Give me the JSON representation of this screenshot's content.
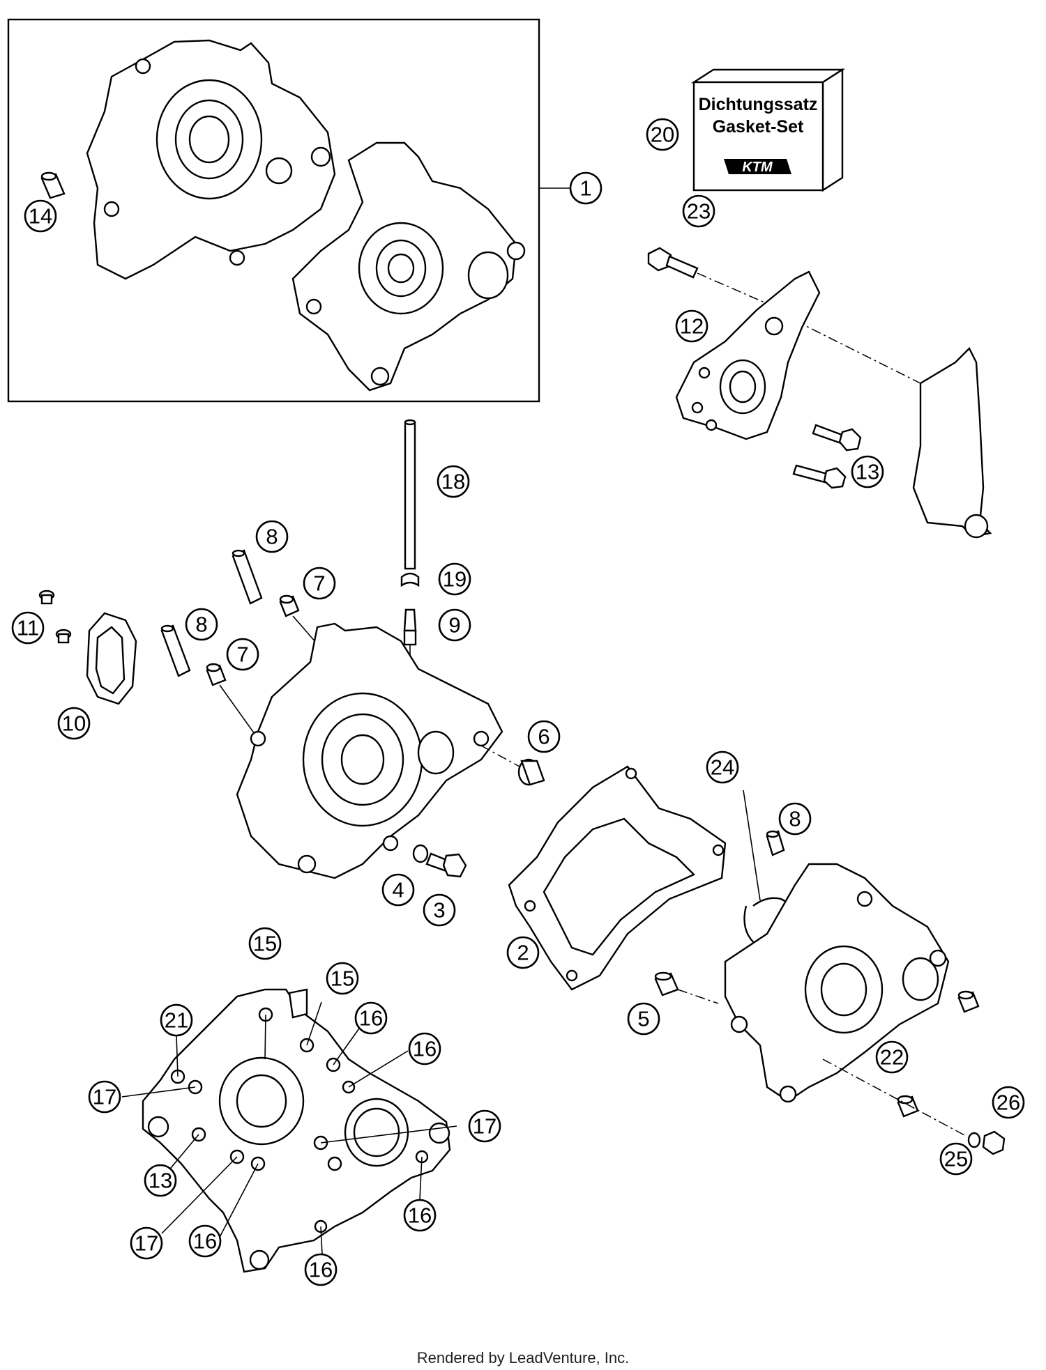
{
  "kit_box": {
    "line1": "Dichtungssatz",
    "line2": "Gasket-Set",
    "brand": "KTM"
  },
  "footer": "Rendered by LeadVenture, Inc.",
  "callouts": [
    {
      "id": "c1",
      "label": "1"
    },
    {
      "id": "c2",
      "label": "2"
    },
    {
      "id": "c3",
      "label": "3"
    },
    {
      "id": "c4",
      "label": "4"
    },
    {
      "id": "c5",
      "label": "5"
    },
    {
      "id": "c6",
      "label": "6"
    },
    {
      "id": "c7a",
      "label": "7"
    },
    {
      "id": "c7b",
      "label": "7"
    },
    {
      "id": "c8a",
      "label": "8"
    },
    {
      "id": "c8b",
      "label": "8"
    },
    {
      "id": "c8c",
      "label": "8"
    },
    {
      "id": "c9",
      "label": "9"
    },
    {
      "id": "c10",
      "label": "10"
    },
    {
      "id": "c11",
      "label": "11"
    },
    {
      "id": "c12",
      "label": "12"
    },
    {
      "id": "c13a",
      "label": "13"
    },
    {
      "id": "c13b",
      "label": "13"
    },
    {
      "id": "c14",
      "label": "14"
    },
    {
      "id": "c15a",
      "label": "15"
    },
    {
      "id": "c15b",
      "label": "15"
    },
    {
      "id": "c16a",
      "label": "16"
    },
    {
      "id": "c16b",
      "label": "16"
    },
    {
      "id": "c16c",
      "label": "16"
    },
    {
      "id": "c16d",
      "label": "16"
    },
    {
      "id": "c16e",
      "label": "16"
    },
    {
      "id": "c17a",
      "label": "17"
    },
    {
      "id": "c17b",
      "label": "17"
    },
    {
      "id": "c17c",
      "label": "17"
    },
    {
      "id": "c18",
      "label": "18"
    },
    {
      "id": "c19",
      "label": "19"
    },
    {
      "id": "c20",
      "label": "20"
    },
    {
      "id": "c21",
      "label": "21"
    },
    {
      "id": "c22",
      "label": "22"
    },
    {
      "id": "c23",
      "label": "23"
    },
    {
      "id": "c24",
      "label": "24"
    },
    {
      "id": "c25",
      "label": "25"
    },
    {
      "id": "c26",
      "label": "26"
    }
  ]
}
